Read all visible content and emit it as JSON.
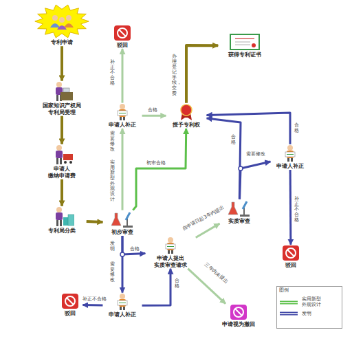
{
  "diagram": {
    "nodes": [
      {
        "text": [
          "专利申请"
        ]
      },
      {
        "text": [
          "国家知识产权局 专利局受理"
        ]
      },
      {
        "text": [
          "申请人 缴纳申请费"
        ]
      },
      {
        "text": [
          "专利局分类"
        ]
      },
      {
        "text": [
          "初步审查"
        ]
      },
      {
        "text": [
          "驳回"
        ]
      },
      {
        "text": [
          "申请人补正"
        ]
      },
      {
        "text": [
          "授予专利权"
        ]
      },
      {
        "text": [
          "获得专利证书"
        ]
      },
      {
        "text": [
          "申请人补正"
        ]
      },
      {
        "text": [
          "驳回"
        ]
      },
      {
        "text": [
          "实质审查"
        ]
      },
      {
        "text": [
          "申请人提出 实质审查请求"
        ]
      },
      {
        "text": [
          "申请视为撤回"
        ]
      },
      {
        "text": [
          "申请人补正"
        ]
      },
      {
        "text": [
          "驳回"
        ]
      }
    ],
    "edges": [
      {
        "from": 0,
        "to": 1,
        "arrow": "to"
      },
      {
        "from": 1,
        "to": 2,
        "arrow": "to"
      },
      {
        "from": 2,
        "to": 3,
        "arrow": "to"
      },
      {
        "from": 3,
        "to": 4,
        "arrow": "to"
      },
      {
        "from": 6,
        "to": 5,
        "label": "补正不合格",
        "arrow": "to"
      },
      {
        "from": 4,
        "to": 6,
        "label": "需要修改",
        "arrow": "to"
      },
      {
        "from": 6,
        "to": 7,
        "label": "合格",
        "arrow": "to"
      },
      {
        "from": 4,
        "to": 7,
        "label": "初审合格",
        "arrow": "to"
      },
      {
        "from": 7,
        "to": 8,
        "label": "办理登记手续，交费",
        "arrow": "to"
      },
      {
        "from": 4,
        "to": 12,
        "label": "合格",
        "arrow": "to"
      },
      {
        "from": 4,
        "to": 14,
        "label": "需要修改",
        "arrow": "to"
      },
      {
        "from": 14,
        "to": 15,
        "label": "补正不合格",
        "arrow": "to"
      },
      {
        "from": 14,
        "to": 12,
        "label": "合格",
        "arrow": "to"
      },
      {
        "from": 12,
        "to": 11,
        "label": "自申请日起3年内提出",
        "arrow": "to"
      },
      {
        "from": 12,
        "to": 13,
        "label": "三年内未提出",
        "arrow": "to"
      },
      {
        "from": 11,
        "to": 7,
        "label": "合格",
        "arrow": "to"
      },
      {
        "from": 11,
        "to": 9,
        "label": "需要修改",
        "arrow": "to"
      },
      {
        "from": 9,
        "to": 7,
        "label": "合格",
        "arrow": "to"
      },
      {
        "from": 9,
        "to": 10,
        "label": "补正不合格",
        "arrow": "to"
      }
    ],
    "labels": [
      "实用新型外观设计",
      "发明",
      "图例"
    ],
    "legend": [
      {
        "text": "实用新型 外观设计"
      },
      {
        "text": "发明"
      }
    ]
  }
}
